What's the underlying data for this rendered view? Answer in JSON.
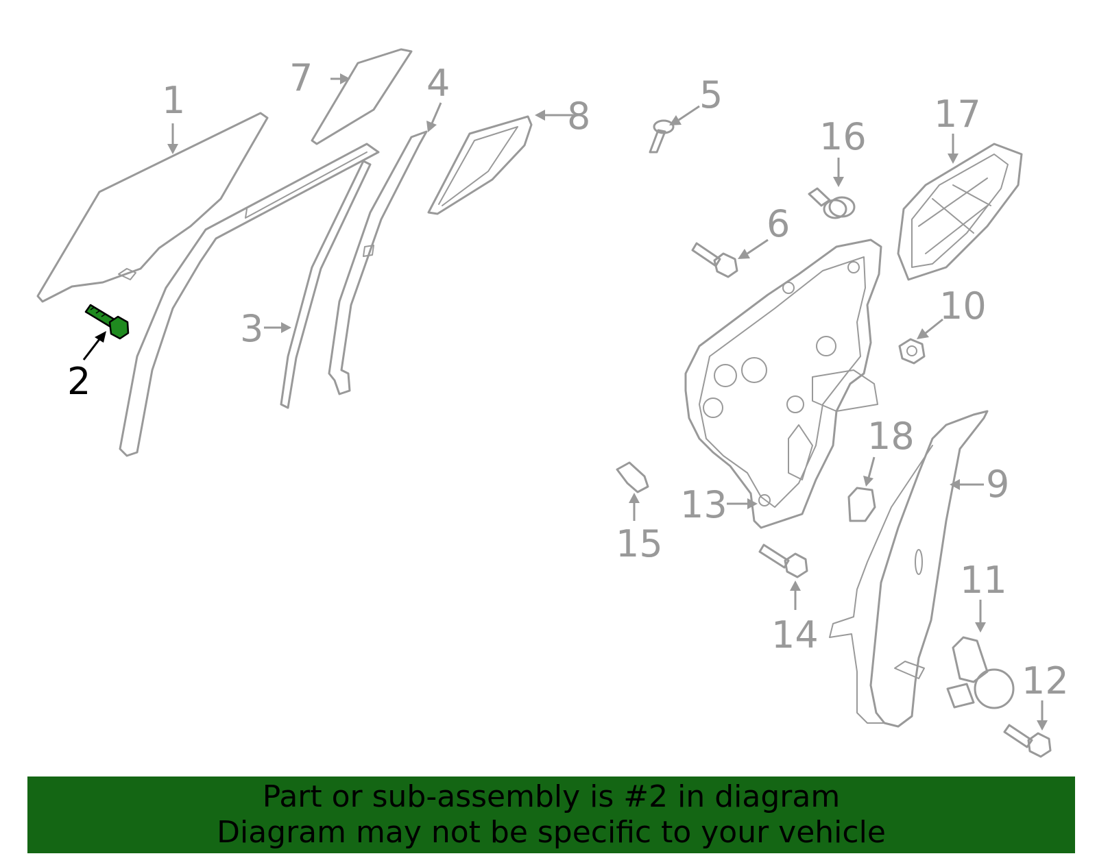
{
  "diagram": {
    "highlight_color": "#1f8a1f",
    "line_color": "#999999",
    "callouts": [
      {
        "id": "1",
        "label": "1"
      },
      {
        "id": "2",
        "label": "2",
        "highlighted": true
      },
      {
        "id": "3",
        "label": "3"
      },
      {
        "id": "4",
        "label": "4"
      },
      {
        "id": "5",
        "label": "5"
      },
      {
        "id": "6",
        "label": "6"
      },
      {
        "id": "7",
        "label": "7"
      },
      {
        "id": "8",
        "label": "8"
      },
      {
        "id": "9",
        "label": "9"
      },
      {
        "id": "10",
        "label": "10"
      },
      {
        "id": "11",
        "label": "11"
      },
      {
        "id": "12",
        "label": "12"
      },
      {
        "id": "13",
        "label": "13"
      },
      {
        "id": "14",
        "label": "14"
      },
      {
        "id": "15",
        "label": "15"
      },
      {
        "id": "16",
        "label": "16"
      },
      {
        "id": "17",
        "label": "17"
      },
      {
        "id": "18",
        "label": "18"
      }
    ]
  },
  "banner": {
    "background_color": "#146614",
    "line1": "Part or sub-assembly is #2 in diagram",
    "line2": "Diagram may not be specific to your vehicle"
  }
}
